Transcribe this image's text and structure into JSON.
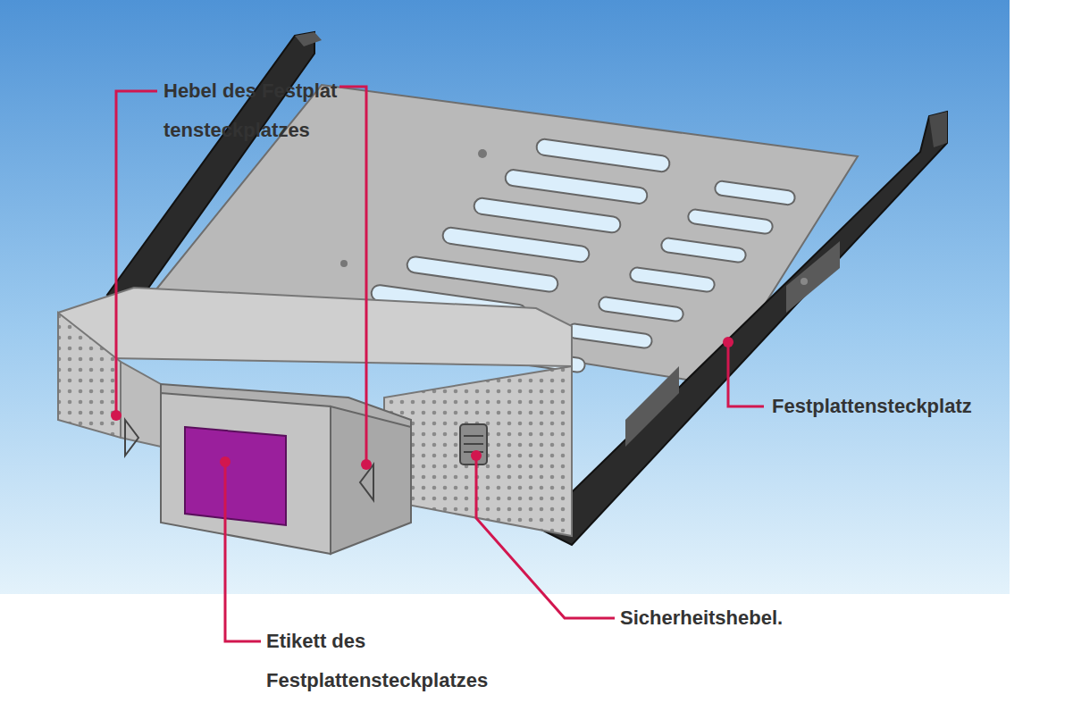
{
  "diagram": {
    "labels": [
      "Hebel des Festplattensteckplatzes",
      "Festplattensteckplatz",
      "Sicherheitshebel.",
      "Etikett des Festplattensteckplatzes"
    ]
  }
}
